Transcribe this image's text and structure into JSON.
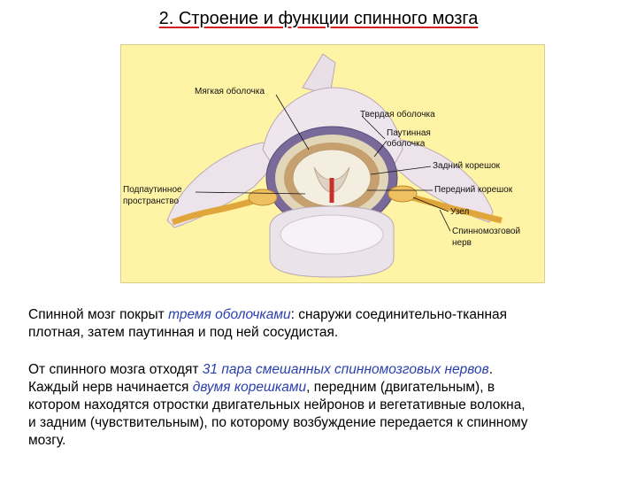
{
  "title": "2. Строение и функции спинного мозга",
  "figure": {
    "labels": {
      "soft": "Мягкая оболочка",
      "hard": "Твердая оболочка",
      "arach1": "Паутинная",
      "arach2": "оболочка",
      "posterior": "Задний корешок",
      "sub1": "Подпаутинное",
      "sub2": "пространство",
      "anterior": "Передний корешок",
      "ganglion": "Узел",
      "nerve1": "Спинномозговой",
      "nerve2": "нерв"
    }
  },
  "para1": {
    "t1": "Спинной мозг покрыт ",
    "e1": "тремя оболочками",
    "t2": ": снаружи соединительно-тканная",
    "line2": "плотная, затем паутинная и под ней сосудистая."
  },
  "para2": {
    "t1": "От спинного мозга отходят ",
    "e1": "31 пара смешанных спинномозговых нервов",
    "t2": ".",
    "t3": "Каждый нерв начинается ",
    "e2": "двумя корешками",
    "t4": ", передним (двигательным), в",
    "line3": "котором находятся отростки двигательных нейронов и вегетативные волокна,",
    "line4": "и задним (чувствительным), по которому возбуждение передается к спинному",
    "line5": "мозгу."
  }
}
